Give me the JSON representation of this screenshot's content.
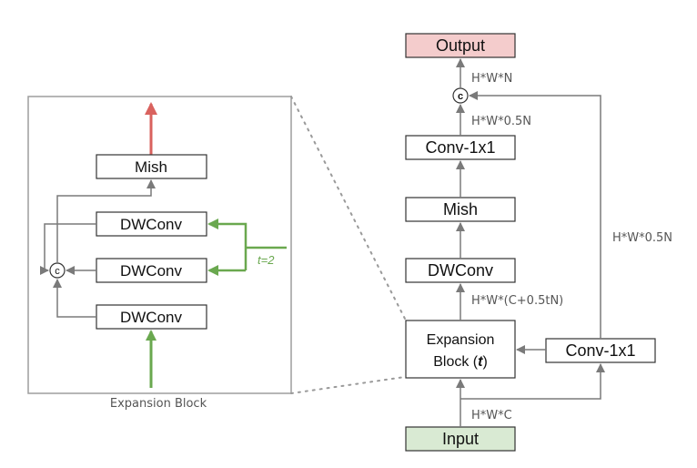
{
  "colors": {
    "arrow": "#7a7a7a",
    "box_border": "#333333",
    "output_fill": "#f4cccc",
    "input_fill": "#d9ead3",
    "red_arrow": "#d9625e",
    "green_arrow": "#6aa84f",
    "inset_border": "#9e9e9e",
    "dotted": "#9a9a9a"
  },
  "main": {
    "output_label": "Output",
    "concat_symbol": "c",
    "dim_top": "H*W*N",
    "dim_after_conv": "H*W*0.5N",
    "conv_top_label": "Conv-1x1",
    "mish_label": "Mish",
    "dwconv_label": "DWConv",
    "dim_expansion": "H*W*(C+0.5tN)",
    "expansion_line1": "Expansion",
    "expansion_line2_prefix": "Block (",
    "expansion_t": "t",
    "expansion_line2_suffix": ")",
    "conv_side_label": "Conv-1x1",
    "dim_side": "H*W*0.5N",
    "dim_input": "H*W*C",
    "input_label": "Input"
  },
  "inset": {
    "mish_label": "Mish",
    "dwconv1_label": "DWConv",
    "dwconv2_label": "DWConv",
    "dwconv3_label": "DWConv",
    "concat_symbol": "c",
    "t_label": "t=2",
    "caption": "Expansion Block"
  }
}
